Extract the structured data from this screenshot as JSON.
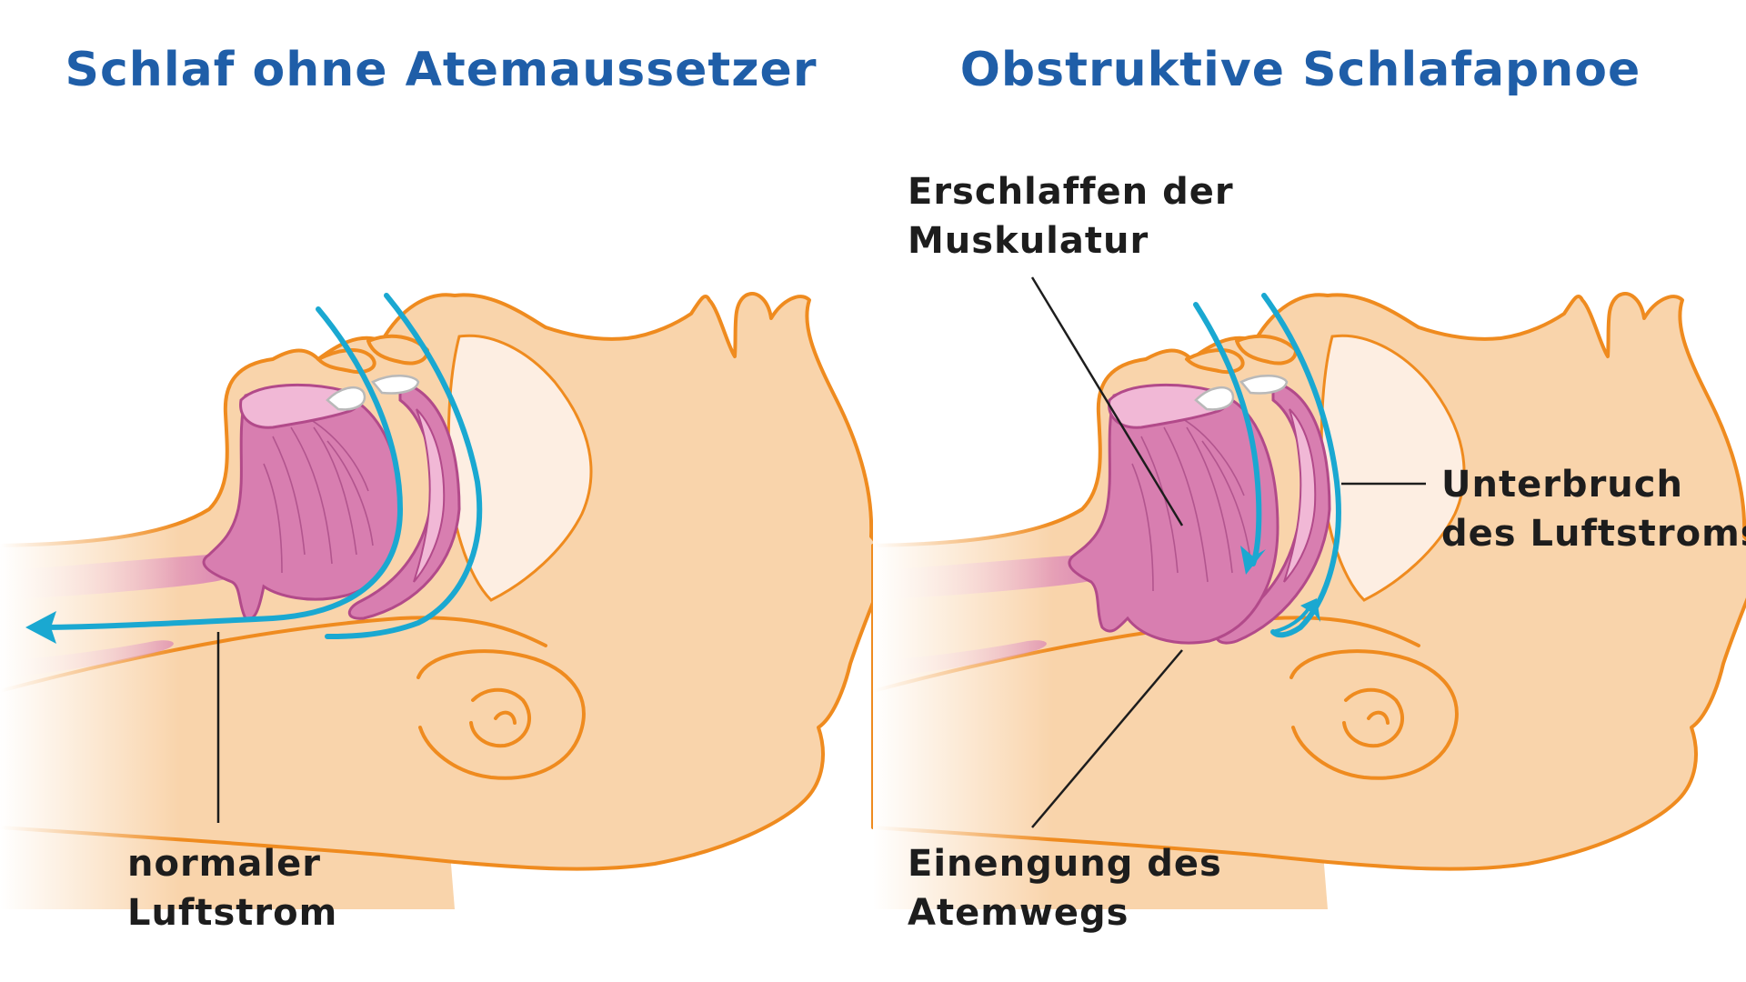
{
  "panels": [
    {
      "title": "Schlaf ohne Atemaussetzer",
      "labels": {
        "airflow": [
          "normaler",
          "Luftstrom"
        ]
      }
    },
    {
      "title": "Obstruktive Schlafapnoe",
      "labels": {
        "muscle": [
          "Erschlaffen der",
          "Muskulatur"
        ],
        "interruption": [
          "Unterbruch",
          "des Luftstroms"
        ],
        "narrowing": [
          "Einengung des",
          "Atemwegs"
        ]
      }
    }
  ],
  "colors": {
    "title": "#1f5ea8",
    "label": "#1d1d1d",
    "skin": "#f9d4ab",
    "outline": "#ef8b1f",
    "tissue": "#d87eb0",
    "airflow": "#1aa8d1"
  }
}
